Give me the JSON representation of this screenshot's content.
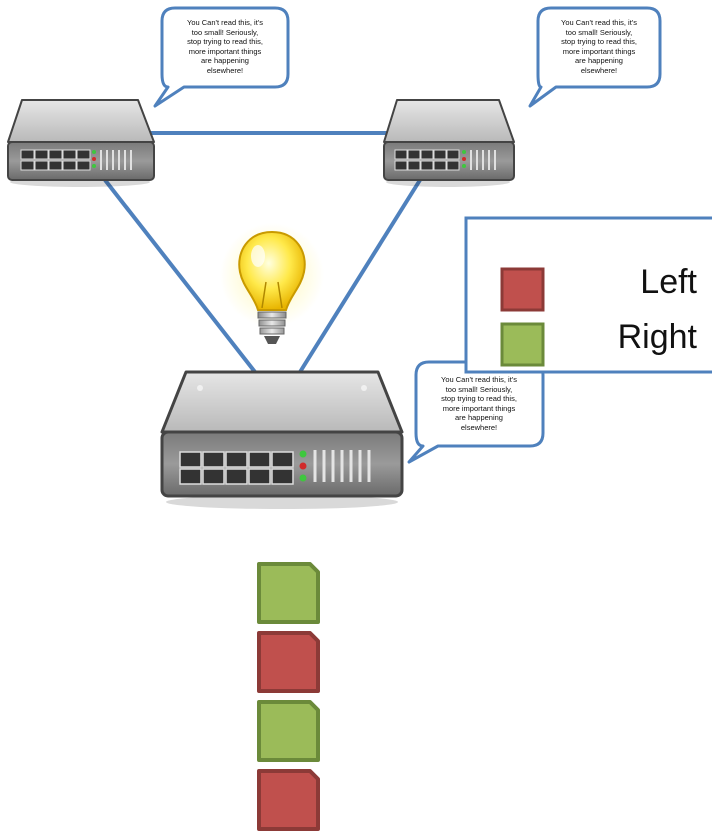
{
  "speech_bubbles": [
    {
      "text": "You Can't read this, it's\ntoo small!  Seriously,\nstop trying to read this,\nmore important things\nare happening\nelsewhere!"
    },
    {
      "text": "You Can't read this, it's\ntoo small!  Seriously,\nstop trying to read this,\nmore important things\nare happening\nelsewhere!"
    },
    {
      "text": "You Can't read this, it's\ntoo small!  Seriously,\nstop trying to read this,\nmore important things\nare happening\nelsewhere!"
    }
  ],
  "legend": {
    "items": [
      {
        "label": "Left",
        "color": "#c0504d"
      },
      {
        "label": "Right",
        "color": "#9bbb59"
      }
    ]
  },
  "packet_queue": [
    {
      "side": "Right",
      "color": "#9bbb59"
    },
    {
      "side": "Left",
      "color": "#c0504d"
    },
    {
      "side": "Right",
      "color": "#9bbb59"
    },
    {
      "side": "Left",
      "color": "#c0504d"
    }
  ],
  "colors": {
    "link": "#4f81bd",
    "left_border": "#8c3a37",
    "right_border": "#6b8a3a"
  }
}
